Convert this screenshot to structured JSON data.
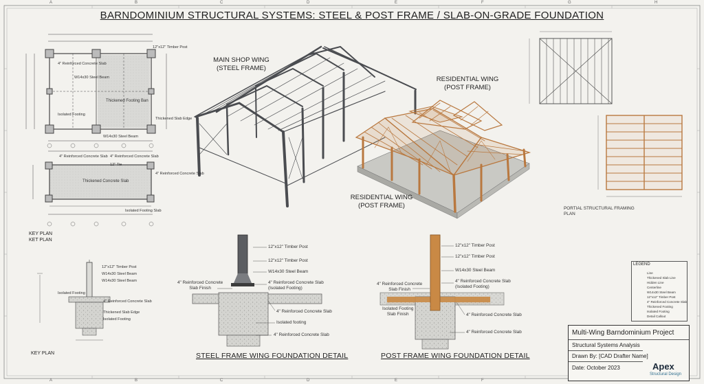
{
  "title": "BARNDOMINIUM STRUCTURAL SYSTEMS: STEEL & POST FRAME / SLAB-ON-GRADE FOUNDATION",
  "labels": {
    "main_shop_wing": [
      "MAIN SHOP WING",
      "(STEEL FRAME)"
    ],
    "residential_wing_top": [
      "RESIDENTIAL WING",
      "(POST FRAME)"
    ],
    "residential_wing_bottom": [
      "RESIDENTIAL WING",
      "(POST FRAME)"
    ],
    "partial_framing": [
      "PORTIAL STRUCTURAL FRAMING",
      "PLAN"
    ],
    "key_plan_a": "KEY PLAN",
    "key_plan_b": "KET PLAN",
    "key_plan_c": "KEY PLAN"
  },
  "plan_annotations": {
    "top_slab": "Thickened Footing Ban",
    "bottom_slab": "Thickened Concrete Slab",
    "top_notes": [
      "4\" Reinforced Concrete Slab",
      "W14x30 Steel Beam",
      "Isolated Footing",
      "Thickened Slab Edge",
      "W14x30 Steel Beam",
      "12\"x12\" Timber Post"
    ],
    "bottom_notes": [
      "4\" Reinforced Concrete Slab",
      "4\" Reinforced Concrete Slab",
      "12\" Tie",
      "Isolated Footing Slab",
      "4\" Reinforced Concrete Slab"
    ]
  },
  "small_detail_notes": [
    "12\"x12\" Timber Post",
    "W14x30 Steel Beam",
    "W14x30 Steel Beam",
    "4\" Reinforced Concrete Slab",
    "Thickened Slab Edge",
    "Isolated Footing",
    "Isolated Footing"
  ],
  "steel_detail": {
    "caption": "STEEL FRAME WING FOUNDATION DETAIL",
    "notes_right": [
      "12\"x12\" Timber Post",
      "12\"x12\" Timber Post",
      "W14x30 Steel Beam",
      "4\" Reinforced Concrete Slab (Isolated Footing)",
      "4\" Reinforced Concrete Slab",
      "Isolated footing",
      "4\" Reinforced Concrete Slab"
    ],
    "note_left": [
      "4\" Reinforced Concrete",
      "Slab Finish"
    ]
  },
  "post_detail": {
    "caption": "POST FRAME WING FOUNDATION DETAIL",
    "notes_right": [
      "12\"x12\" Timber Post",
      "12\"x12\" Timber Post",
      "W14x30 Steel Beam",
      "4\" Reinforced Concrete Slab (Isolated Footing)",
      "4\" Reinforced Concrete Slab",
      "4\" Reinforced Concrete Slab"
    ],
    "notes_left": [
      "4\" Reinforced Concrete",
      "Slab Finish",
      "Isolated Footing",
      "Slab Finish"
    ]
  },
  "legend": {
    "title": "LEGEND",
    "items": [
      "Line",
      "Thickened Slab Line",
      "Hidden Line",
      "Centerline",
      "W14x30 Steel Beam",
      "12\"x12\" Timber Post",
      "4\" Reinforced Concrete Slab",
      "Thickened Footing",
      "Isolated Footing",
      "Detail Callout"
    ]
  },
  "title_block": {
    "project": "Multi-Wing Barndominium Project",
    "analysis": "Structural Systems Analysis",
    "drawn_by": "Drawn By: [CAD Drafter Name]",
    "date": "Date: October 2023",
    "logo_name": "Apex",
    "logo_sub": "Structural Design"
  },
  "border_letters": [
    "A",
    "B",
    "C",
    "D",
    "E",
    "F",
    "G",
    "H"
  ],
  "colors": {
    "paper": "#f3f2ee",
    "steel": "#4a4c50",
    "timber": "#b9783f",
    "concrete": "#cfcfcb",
    "ink": "#1e1e1e"
  }
}
